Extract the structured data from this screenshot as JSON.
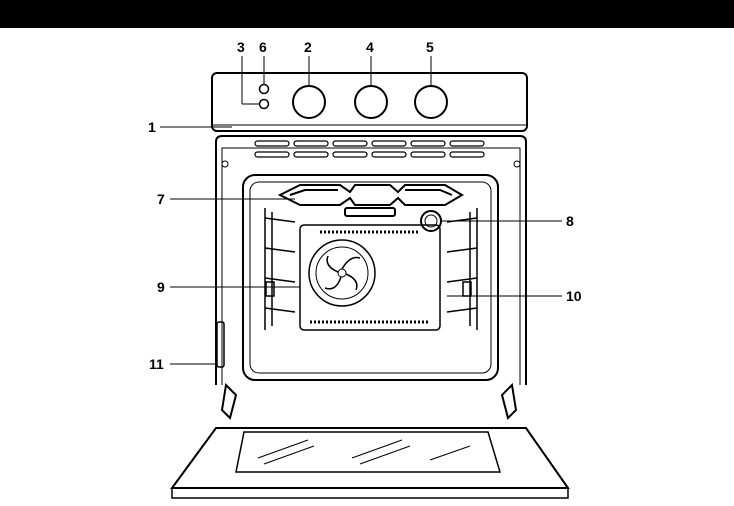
{
  "callouts": {
    "c1": "1",
    "c2": "2",
    "c3": "3",
    "c4": "4",
    "c5": "5",
    "c6": "6",
    "c7": "7",
    "c8": "8",
    "c9": "9",
    "c10": "10",
    "c11": "11"
  },
  "colors": {
    "line": "#000000",
    "background": "#ffffff",
    "top_bar": "#000000"
  }
}
